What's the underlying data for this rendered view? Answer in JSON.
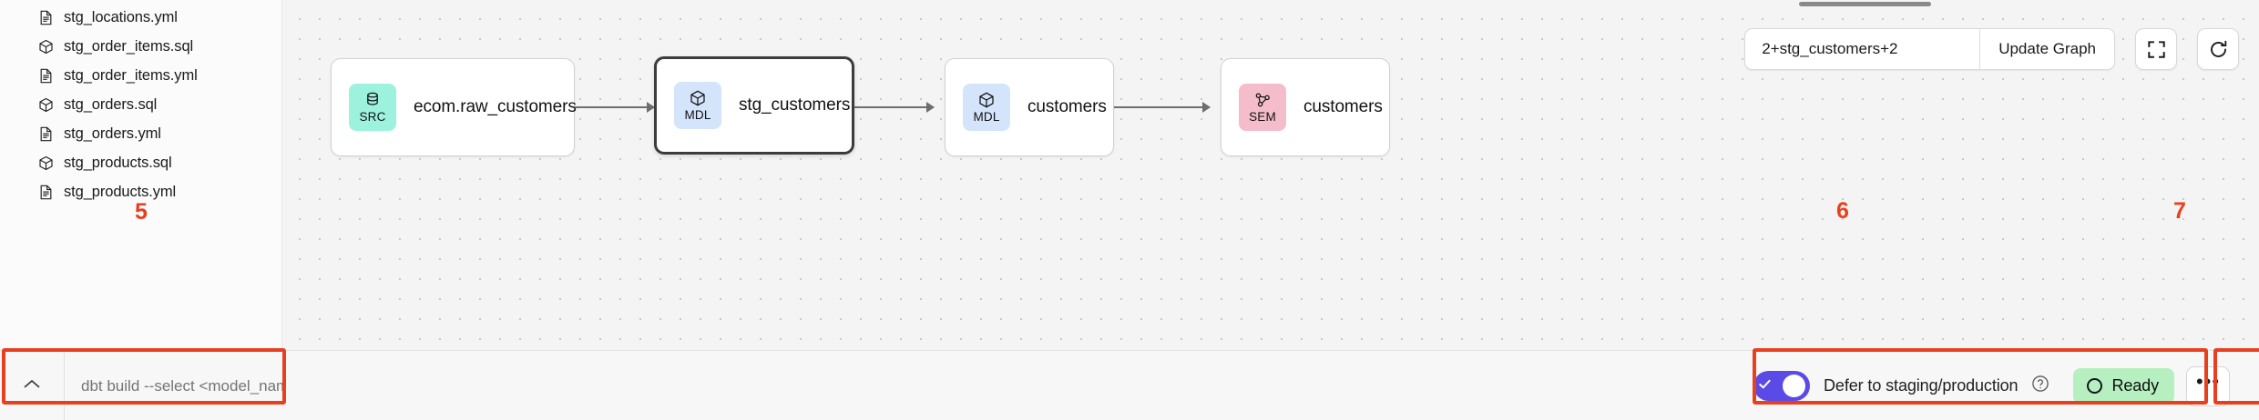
{
  "sidebar": {
    "files": [
      {
        "label": "stg_locations.yml",
        "icon": "file-yml-icon",
        "type": "yml"
      },
      {
        "label": "stg_order_items.sql",
        "icon": "cube-sql-icon",
        "type": "sql"
      },
      {
        "label": "stg_order_items.yml",
        "icon": "file-yml-icon",
        "type": "yml"
      },
      {
        "label": "stg_orders.sql",
        "icon": "cube-sql-icon",
        "type": "sql"
      },
      {
        "label": "stg_orders.yml",
        "icon": "file-yml-icon",
        "type": "yml"
      },
      {
        "label": "stg_products.sql",
        "icon": "cube-sql-icon",
        "type": "sql"
      },
      {
        "label": "stg_products.yml",
        "icon": "file-yml-icon",
        "type": "yml"
      }
    ]
  },
  "graph_toolbar": {
    "selector_value": "2+stg_customers+2",
    "selector_placeholder": "2+stg_customers+2",
    "update_label": "Update Graph",
    "fullscreen_icon": "fullscreen-icon",
    "refresh_icon": "refresh-icon"
  },
  "graph": {
    "nodes": [
      {
        "label": "ecom.raw_customers",
        "badge": "SRC",
        "badge_color": "#9df2dd",
        "icon": "database-icon",
        "selected": false
      },
      {
        "label": "stg_customers",
        "badge": "MDL",
        "badge_color": "#d4e4fb",
        "icon": "cube-icon",
        "selected": true
      },
      {
        "label": "customers",
        "badge": "MDL",
        "badge_color": "#d4e4fb",
        "icon": "cube-icon",
        "selected": false
      },
      {
        "label": "customers",
        "badge": "SEM",
        "badge_color": "#f5bdcb",
        "icon": "semantic-network-icon",
        "selected": false
      }
    ]
  },
  "command_bar": {
    "collapse_icon": "chevron-up-icon",
    "input_value": "",
    "input_placeholder": "dbt build --select <model_name>"
  },
  "status_bar": {
    "defer_label": "Defer to staging/production",
    "defer_enabled": true,
    "help_icon": "help-circle-icon",
    "status_text": "Ready",
    "status_color": "#b6f0c0",
    "more_label": "•••"
  },
  "annotations": [
    {
      "number": "5"
    },
    {
      "number": "6"
    },
    {
      "number": "7"
    }
  ]
}
